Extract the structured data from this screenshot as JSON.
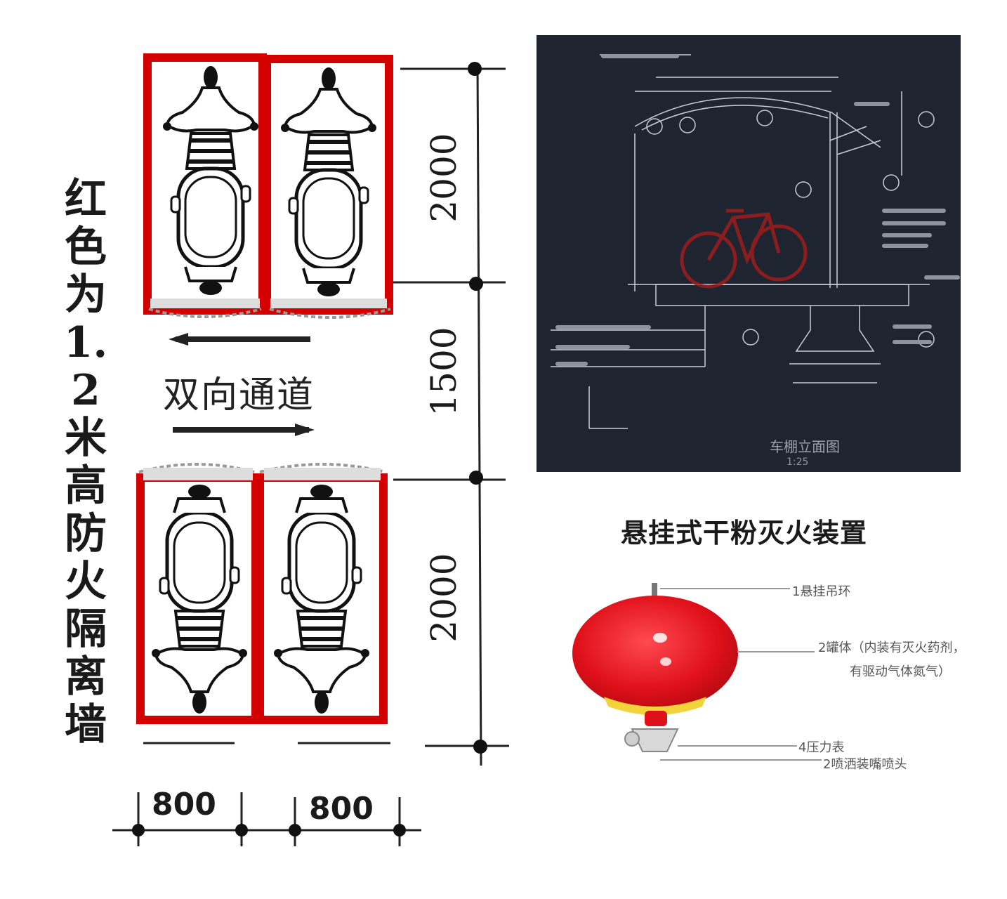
{
  "left_diagram": {
    "wall_note": "红色为1.2米高防火隔离墙",
    "aisle_label": "双向通道",
    "dimensions_vertical": [
      "2000",
      "1500",
      "2000"
    ],
    "dimensions_horizontal": [
      "800",
      "800"
    ],
    "wall_color": "#d40000"
  },
  "cad_drawing": {
    "title": "车棚立面图",
    "scale": "1:25"
  },
  "extinguisher": {
    "title": "悬挂式干粉灭火装置",
    "labels": {
      "hook": "1悬挂吊环",
      "body_line1": "2罐体（内装有灭火药剂，",
      "body_line2": "有驱动气体氮气）",
      "gauge": "4压力表",
      "nozzle": "2喷洒装嘴喷头"
    },
    "body_color": "#e0101a",
    "band_color": "#f2d33a"
  }
}
